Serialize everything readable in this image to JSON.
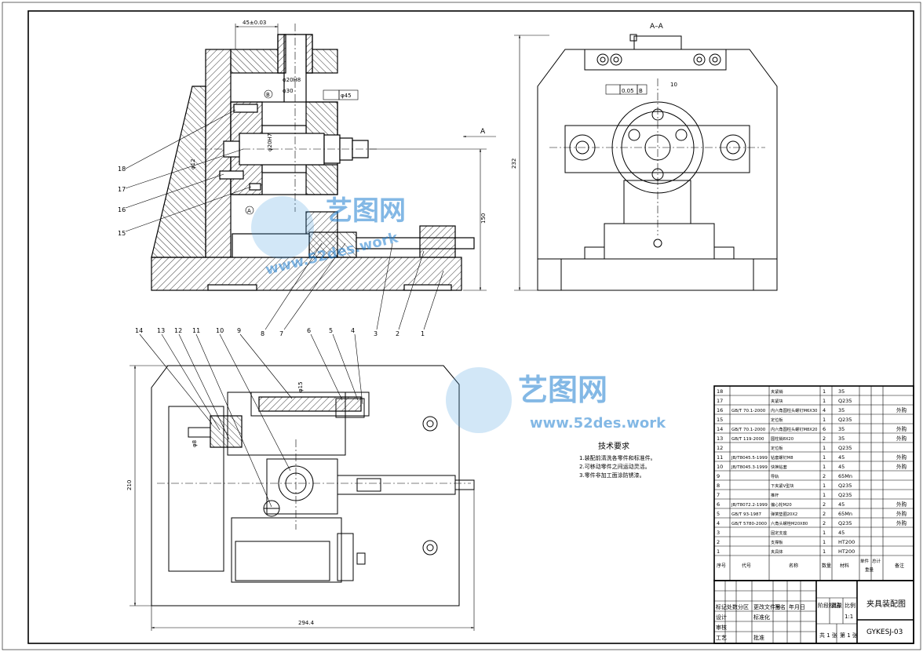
{
  "section_label": "A–A",
  "view_arrow_label": "A",
  "dims": {
    "width_tol": "45±0.03",
    "dia20": "φ20H8",
    "dia30": "φ30",
    "dia45": "φ45",
    "dia20_hole": "φ20H7",
    "dia12": "φ12",
    "height_150": "150",
    "height_232": "232",
    "overall_294": "294.4",
    "height_210": "210",
    "tol_005": "0.05",
    "datum_b": "B",
    "datum_a": "A",
    "dim_10": "10",
    "dim_415": "φ15",
    "dim_95": "φ8"
  },
  "balloons_top": [
    "18",
    "17",
    "16",
    "15",
    "8",
    "7",
    "3",
    "2",
    "1"
  ],
  "balloons_bottom": [
    "14",
    "13",
    "12",
    "11",
    "10",
    "9",
    "6",
    "5",
    "4"
  ],
  "tech_req": {
    "title": "技术要求",
    "items": [
      "1.装配前清洗各零件和标准件。",
      "2.可移动零件之间运动灵活。",
      "3.零件非加工面涂防锈漆。"
    ]
  },
  "bom": {
    "rows": [
      {
        "no": "18",
        "code": "",
        "name": "夹紧销",
        "qty": "1",
        "mat": "35",
        "note": ""
      },
      {
        "no": "17",
        "code": "",
        "name": "夹紧块",
        "qty": "1",
        "mat": "Q235",
        "note": ""
      },
      {
        "no": "16",
        "code": "GB/T 70.1-2000",
        "name": "内六角圆柱头螺钉M6X30",
        "qty": "4",
        "mat": "35",
        "note": "外购"
      },
      {
        "no": "15",
        "code": "",
        "name": "定位板",
        "qty": "1",
        "mat": "Q235",
        "note": ""
      },
      {
        "no": "14",
        "code": "GB/T 70.1-2000",
        "name": "内六角圆柱头螺钉M8X20",
        "qty": "6",
        "mat": "35",
        "note": "外购"
      },
      {
        "no": "13",
        "code": "GB/T 119-2000",
        "name": "圆柱销8X20",
        "qty": "2",
        "mat": "35",
        "note": "外购"
      },
      {
        "no": "12",
        "code": "",
        "name": "定位板",
        "qty": "1",
        "mat": "Q235",
        "note": ""
      },
      {
        "no": "11",
        "code": "JB/T8045.5-1999",
        "name": "钻套螺钉M8",
        "qty": "1",
        "mat": "45",
        "note": "外购"
      },
      {
        "no": "10",
        "code": "JB/T8045.3-1999",
        "name": "快换钻套",
        "qty": "1",
        "mat": "45",
        "note": "外购"
      },
      {
        "no": "9",
        "code": "",
        "name": "导轨",
        "qty": "2",
        "mat": "65Mn",
        "note": ""
      },
      {
        "no": "8",
        "code": "",
        "name": "下夹紧V型块",
        "qty": "1",
        "mat": "Q235",
        "note": ""
      },
      {
        "no": "7",
        "code": "",
        "name": "推杆",
        "qty": "1",
        "mat": "Q235",
        "note": ""
      },
      {
        "no": "6",
        "code": "JB/T8072.2-1999",
        "name": "偏心轮M20",
        "qty": "2",
        "mat": "45",
        "note": "外购"
      },
      {
        "no": "5",
        "code": "GB/T 93-1987",
        "name": "弹簧垫圈20X2",
        "qty": "2",
        "mat": "65Mn",
        "note": "外购"
      },
      {
        "no": "4",
        "code": "GB/T 5780-2000",
        "name": "六角头螺栓M20X80",
        "qty": "2",
        "mat": "Q235",
        "note": "外购"
      },
      {
        "no": "3",
        "code": "",
        "name": "固定支座",
        "qty": "1",
        "mat": "45",
        "note": ""
      },
      {
        "no": "2",
        "code": "",
        "name": "支撑板",
        "qty": "1",
        "mat": "HT200",
        "note": ""
      },
      {
        "no": "1",
        "code": "",
        "name": "夹具体",
        "qty": "1",
        "mat": "HT200",
        "note": ""
      }
    ],
    "header": {
      "no": "序号",
      "code": "代号",
      "name": "名称",
      "qty": "数量",
      "mat": "材料",
      "single": "单件",
      "total": "总计",
      "weight": "重量",
      "note": "备注"
    }
  },
  "title_block": {
    "drawing_name": "夹具装配图",
    "drawing_no": "GYKESJ-03",
    "scale_label": "比例",
    "scale": "1:1",
    "stage_label": "阶段标记",
    "weight_label": "重量",
    "sheet_total": "共 1 张",
    "sheet_no": "第 1 张",
    "marks": "标记",
    "count": "处数",
    "division": "分区",
    "change_no": "更改文件号",
    "sign": "签名",
    "date": "年月日",
    "design": "设计",
    "standardize": "标准化",
    "check": "审核",
    "process": "工艺",
    "approve": "批准"
  },
  "watermark": {
    "brand": "艺图网",
    "url": "www.52des.work"
  }
}
